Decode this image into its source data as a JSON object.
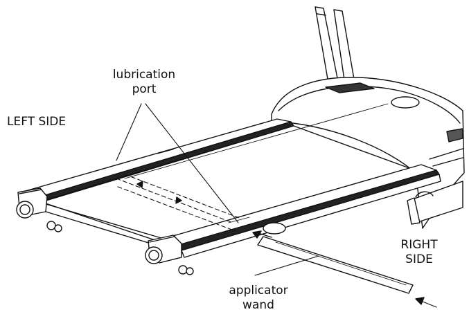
{
  "labels": {
    "lubrication_port": [
      "lubrication",
      "port"
    ],
    "left_side": "LEFT SIDE",
    "right_side": [
      "RIGHT",
      "SIDE"
    ],
    "applicator_wand": [
      "applicator",
      "wand"
    ]
  },
  "colors": {
    "line": "#111111",
    "background": "#ffffff"
  }
}
